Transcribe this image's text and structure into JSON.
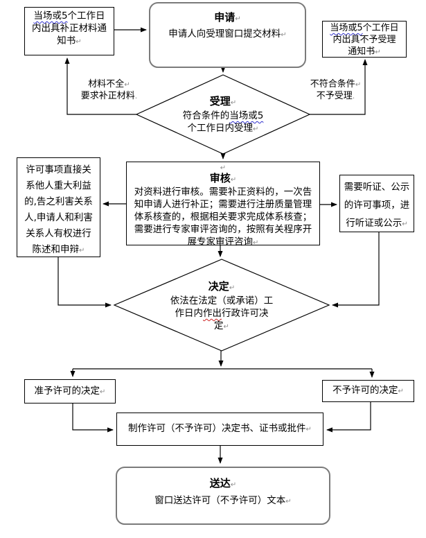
{
  "nodes": {
    "correction_notice": {
      "line1_underlined": "当场或5",
      "line1_rest": "个工作日",
      "line2": "内出具补正材料通",
      "line3": "知书"
    },
    "application": {
      "title": "申请",
      "body": "申请人向受理窗口提交材料"
    },
    "rejection_notice": {
      "line1_underlined": "当场或5",
      "line1_rest": "个工作日",
      "line2": "内出具不予受理",
      "line3": "通知书"
    },
    "acceptance": {
      "title": "受理",
      "line1_pre": "符合条件的",
      "line1_underlined": "当场或5",
      "line2": "个工作日内受理"
    },
    "review": {
      "title": "审核",
      "body_lines": [
        "对资料进行审核。需要补正资料的，一次告",
        "知申请人进行补正；需要进行注册质量管理",
        "体系核查的，根据相关要求完成体系核查；",
        "需要进行专家审评咨询的，按照有关程序开",
        "展专家审评咨询"
      ]
    },
    "stakeholder_rights": {
      "body_lines": [
        "许可事项直接关",
        "系他人重大利益",
        "的,告之利害关系",
        "人,申请人和利害",
        "关系人有权进行",
        "陈述和申辩"
      ]
    },
    "hearing_publicity": {
      "body_lines": [
        "需要听证、公示",
        "的许可事项，进",
        "行听证或公示"
      ]
    },
    "decision": {
      "title": "决定",
      "line1": "依法在法定（或承诺）工",
      "line2_pre": "作日内",
      "line2_underlined": "作出",
      "line2_post": "行政许可决",
      "line3": "定"
    },
    "grant_decision": {
      "label": "准予许可的决定"
    },
    "deny_decision": {
      "label": "不予许可的决定"
    },
    "produce_documents": {
      "label": "制作许可（不予许可）决定书、证书或批件"
    },
    "delivery": {
      "title": "送达",
      "body": "窗口送达许可（不予许可）文本"
    }
  },
  "edge_labels": {
    "incomplete_materials": {
      "line1": "材料不全",
      "line2": "要求补正材料"
    },
    "not_meeting_conditions": {
      "line1": "不符合条件",
      "line2": "不予受理"
    }
  },
  "marks": {
    "return_mark": "↵",
    "dot_mark": "."
  },
  "colors": {
    "connector": "#000000",
    "box_border": "#000000",
    "rounded_border": "#7a7a7a",
    "wavy_underline_blue": "#2f2fcc",
    "wavy_underline_red": "#cc2222",
    "format_mark": "#8a8a8a"
  }
}
